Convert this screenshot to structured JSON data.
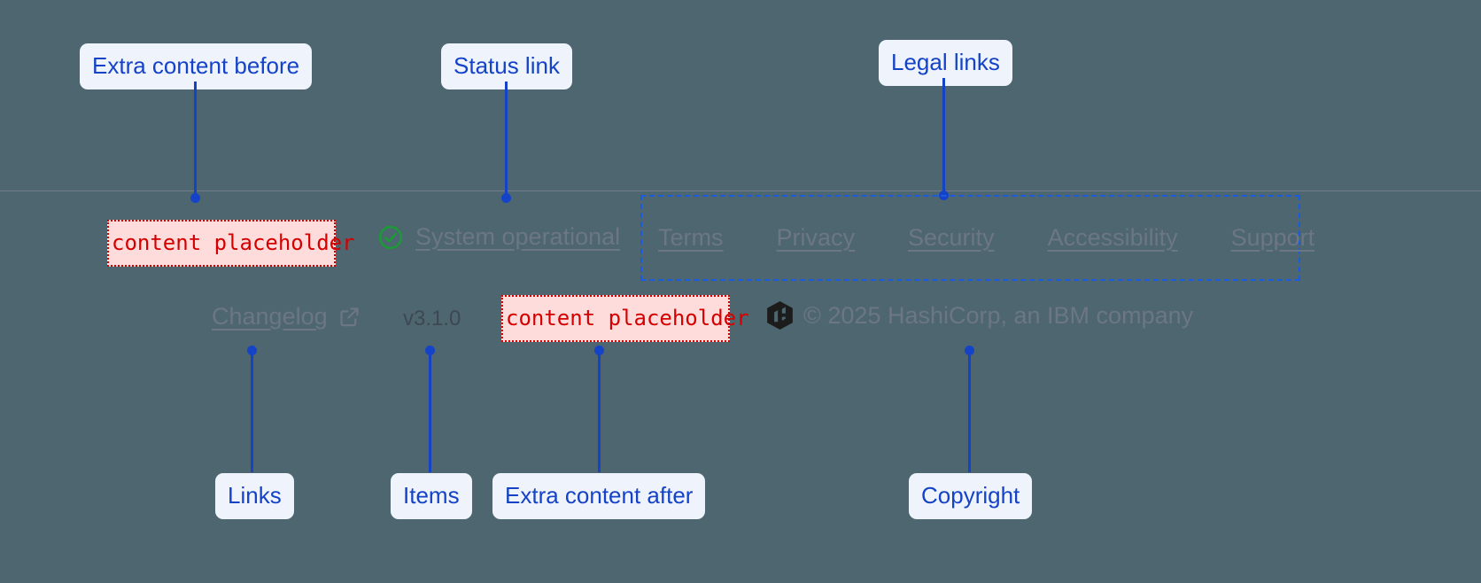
{
  "theme": {
    "page_background": "#4d6670",
    "callout_background": "#eef3fc",
    "callout_text": "#1543c8",
    "leader_color": "#1543c8",
    "placeholder_background": "#ffdcdc",
    "placeholder_border": "#d40000",
    "placeholder_text": "#d40000",
    "link_color": "#6c7684",
    "status_ok_color": "#1a9b35",
    "legal_box_border": "#1a5ce0",
    "version_color": "#3d4852"
  },
  "annotations": {
    "extra_content_before": "Extra content before",
    "status_link": "Status link",
    "legal_links": "Legal links",
    "links": "Links",
    "items": "Items",
    "extra_content_after": "Extra content after",
    "copyright": "Copyright"
  },
  "footer": {
    "extra_before": {
      "placeholder_text": "content placeholder"
    },
    "status": {
      "icon": "check-circle-icon",
      "label": "System operational"
    },
    "legal": {
      "items": [
        {
          "label": "Terms"
        },
        {
          "label": "Privacy"
        },
        {
          "label": "Security"
        },
        {
          "label": "Accessibility"
        },
        {
          "label": "Support"
        }
      ]
    },
    "changelog": {
      "label": "Changelog",
      "icon": "external-link-icon"
    },
    "version": {
      "label": "v3.1.0"
    },
    "extra_after": {
      "placeholder_text": "content placeholder"
    },
    "copyright": {
      "logo": "hashicorp-logo",
      "text": "© 2025 HashiCorp, an IBM company"
    }
  }
}
